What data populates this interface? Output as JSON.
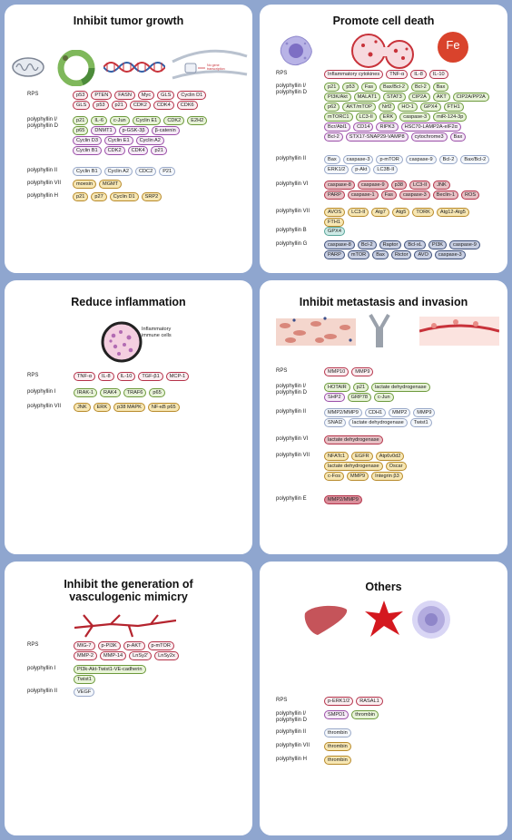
{
  "panels": [
    {
      "title": "Inhibit tumor growth",
      "rows": [
        {
          "label": "RPS",
          "pills": [
            {
              "t": "p53",
              "c": "red"
            },
            {
              "t": "PTEN",
              "c": "red"
            },
            {
              "t": "FASN",
              "c": "red"
            },
            {
              "t": "Myc",
              "c": "red"
            },
            {
              "t": "GLS",
              "c": "red"
            },
            {
              "t": "Cyclin D1",
              "c": "red"
            },
            {
              "t": "GLS",
              "c": "red"
            },
            {
              "t": "p53",
              "c": "red"
            },
            {
              "t": "p21",
              "c": "red"
            },
            {
              "t": "CDK2",
              "c": "red"
            },
            {
              "t": "CDK4",
              "c": "red"
            },
            {
              "t": "CDK6",
              "c": "red"
            }
          ]
        },
        {
          "label": "polyphyllin I/\npolyphyllin D",
          "pills": [
            {
              "t": "p21",
              "c": "green"
            },
            {
              "t": "IL-6",
              "c": "green"
            },
            {
              "t": "c-Jun",
              "c": "green"
            },
            {
              "t": "Cyclin E1",
              "c": "green"
            },
            {
              "t": "CDK2",
              "c": "green"
            },
            {
              "t": "E2H2",
              "c": "green"
            },
            {
              "t": "p65",
              "c": "green"
            },
            {
              "t": "DNMT1",
              "c": "purple"
            },
            {
              "t": "p-GSK-3β",
              "c": "purple"
            },
            {
              "t": "β-catenin",
              "c": "purple"
            },
            {
              "t": "Cyclin D3",
              "c": "purple"
            },
            {
              "t": "Cyclin E1",
              "c": "purple"
            },
            {
              "t": "Cyclin A2",
              "c": "purple"
            },
            {
              "t": "Cyclin B1",
              "c": "purple"
            },
            {
              "t": "CDK2",
              "c": "purple"
            },
            {
              "t": "CDK4",
              "c": "purple"
            },
            {
              "t": "p21",
              "c": "purple"
            }
          ]
        },
        {
          "label": "polyphyllin II",
          "pills": [
            {
              "t": "Cyclin B1",
              "c": "lblue"
            },
            {
              "t": "Cyclin A2",
              "c": "lblue"
            },
            {
              "t": "CDC2",
              "c": "lblue"
            },
            {
              "t": "P21",
              "c": "lblue"
            }
          ]
        },
        {
          "label": "polyphyllin VII",
          "pills": [
            {
              "t": "moesin",
              "c": "gold"
            },
            {
              "t": "MGMT",
              "c": "gold"
            }
          ]
        },
        {
          "label": "polyphyllin H",
          "pills": [
            {
              "t": "p21",
              "c": "gold"
            },
            {
              "t": "p27",
              "c": "gold"
            },
            {
              "t": "Cyclin D1",
              "c": "gold"
            },
            {
              "t": "SRP2",
              "c": "gold"
            }
          ]
        }
      ],
      "icon_text": [
        "No gene",
        "transcription"
      ]
    },
    {
      "title": "Promote cell death",
      "fe": "Fe",
      "rows": [
        {
          "label": "RPS",
          "pills": [
            {
              "t": "Inflammatory cytokines",
              "c": "red"
            },
            {
              "t": "TNF-α",
              "c": "red"
            },
            {
              "t": "IL-8",
              "c": "red"
            },
            {
              "t": "IL-10",
              "c": "red"
            }
          ]
        },
        {
          "label": "polyphyllin I/\npolyphyllin D",
          "pills": [
            {
              "t": "p21",
              "c": "green"
            },
            {
              "t": "p53",
              "c": "green"
            },
            {
              "t": "Fas",
              "c": "green"
            },
            {
              "t": "Bax/Bcl-2",
              "c": "green"
            },
            {
              "t": "Bcl-2",
              "c": "green"
            },
            {
              "t": "Bax",
              "c": "green"
            },
            {
              "t": "PI3K/Akt",
              "c": "green"
            },
            {
              "t": "MALAT1",
              "c": "green"
            },
            {
              "t": "STAT3",
              "c": "green"
            },
            {
              "t": "CIP2A",
              "c": "green"
            },
            {
              "t": "AKT",
              "c": "green"
            },
            {
              "t": "CIP2A/PP2A",
              "c": "green"
            },
            {
              "t": "p62",
              "c": "green"
            },
            {
              "t": "AKT/mTOP",
              "c": "green"
            },
            {
              "t": "Nrf2",
              "c": "green"
            },
            {
              "t": "HO-1",
              "c": "green"
            },
            {
              "t": "GPX4",
              "c": "green"
            },
            {
              "t": "FTH1",
              "c": "green"
            },
            {
              "t": "mTORC1",
              "c": "green"
            },
            {
              "t": "LC3-II",
              "c": "green"
            },
            {
              "t": "ERK",
              "c": "green"
            },
            {
              "t": "caspase-3",
              "c": "green"
            },
            {
              "t": "miR-124-3p",
              "c": "green"
            },
            {
              "t": "Bcr/Abl1",
              "c": "purple"
            },
            {
              "t": "CD14",
              "c": "purple"
            },
            {
              "t": "RIPK3",
              "c": "purple"
            },
            {
              "t": "HSC70-LAMP2A-eIF2α",
              "c": "purple"
            },
            {
              "t": "Bcl-2",
              "c": "purple"
            },
            {
              "t": "STX17-SNAP29-VAMP8",
              "c": "purple"
            },
            {
              "t": "cytochrome3",
              "c": "purple"
            },
            {
              "t": "Bax",
              "c": "purple"
            }
          ]
        },
        {
          "label": "polyphyllin II",
          "pills": [
            {
              "t": "Bax",
              "c": "lblue"
            },
            {
              "t": "caspase-3",
              "c": "lblue"
            },
            {
              "t": "p-mTOR",
              "c": "lblue"
            },
            {
              "t": "caspase-9",
              "c": "lblue"
            },
            {
              "t": "Bcl-2",
              "c": "lblue"
            },
            {
              "t": "Bax/Bcl-2",
              "c": "lblue"
            },
            {
              "t": "ERK1/2",
              "c": "lblue"
            },
            {
              "t": "p-Akt",
              "c": "lblue"
            },
            {
              "t": "LC3B-II",
              "c": "lblue"
            }
          ]
        },
        {
          "label": "polyphyllin VI",
          "pills": [
            {
              "t": "caspase-8",
              "c": "pink"
            },
            {
              "t": "caspase-9",
              "c": "pink"
            },
            {
              "t": "p38",
              "c": "pink"
            },
            {
              "t": "LC3-II",
              "c": "pink"
            },
            {
              "t": "JNK",
              "c": "pink"
            },
            {
              "t": "PARP",
              "c": "pink"
            },
            {
              "t": "caspase-1",
              "c": "pink"
            },
            {
              "t": "Fas",
              "c": "pink"
            },
            {
              "t": "caspase-3",
              "c": "pink"
            },
            {
              "t": "Beclin-1",
              "c": "pink"
            },
            {
              "t": "ROS",
              "c": "pink"
            }
          ]
        },
        {
          "label": "polyphyllin VII",
          "pills": [
            {
              "t": "AVOS",
              "c": "gold"
            },
            {
              "t": "LC3-II",
              "c": "gold"
            },
            {
              "t": "Atg7",
              "c": "gold"
            },
            {
              "t": "Atg5",
              "c": "gold"
            },
            {
              "t": "TORK",
              "c": "gold"
            },
            {
              "t": "Atg12-Atg5",
              "c": "gold"
            },
            {
              "t": "FTH1",
              "c": "gold"
            }
          ]
        },
        {
          "label": "polyphyllin B",
          "pills": [
            {
              "t": "GPX4",
              "c": "teal"
            }
          ]
        },
        {
          "label": "polyphyllin G",
          "pills": [
            {
              "t": "caspase-8",
              "c": "navy"
            },
            {
              "t": "Bcl-2",
              "c": "navy"
            },
            {
              "t": "Raptor",
              "c": "navy"
            },
            {
              "t": "Bcl-xL",
              "c": "navy"
            },
            {
              "t": "PI3K",
              "c": "navy"
            },
            {
              "t": "caspase-9",
              "c": "navy"
            },
            {
              "t": "PARP",
              "c": "navy"
            },
            {
              "t": "mTOR",
              "c": "navy"
            },
            {
              "t": "Bax",
              "c": "navy"
            },
            {
              "t": "Rictor",
              "c": "navy"
            },
            {
              "t": "AVO",
              "c": "navy"
            },
            {
              "t": "caspase-3",
              "c": "navy"
            }
          ]
        }
      ]
    },
    {
      "title": "Reduce inflammation",
      "bubble_label": "Inflammatory\nimmune cells",
      "rows": [
        {
          "label": "RPS",
          "pills": [
            {
              "t": "TNF-α",
              "c": "red"
            },
            {
              "t": "IL-8",
              "c": "red"
            },
            {
              "t": "IL-10",
              "c": "red"
            },
            {
              "t": "TGF-β1",
              "c": "red"
            },
            {
              "t": "MCP-1",
              "c": "red"
            }
          ]
        },
        {
          "label": "polyphyllin I",
          "pills": [
            {
              "t": "IRAK-1",
              "c": "green"
            },
            {
              "t": "RAK4",
              "c": "green"
            },
            {
              "t": "TRAF6",
              "c": "green"
            },
            {
              "t": "p65",
              "c": "green"
            }
          ]
        },
        {
          "label": "polyphyllin VII",
          "pills": [
            {
              "t": "JNK",
              "c": "gold"
            },
            {
              "t": "ERK",
              "c": "gold"
            },
            {
              "t": "p38 MAPK",
              "c": "gold"
            },
            {
              "t": "NF-κB p65",
              "c": "gold"
            }
          ]
        }
      ]
    },
    {
      "title": "Inhibit metastasis and invasion",
      "rows": [
        {
          "label": "RPS",
          "pills": [
            {
              "t": "MMP10",
              "c": "red"
            },
            {
              "t": "MMP9",
              "c": "red"
            }
          ]
        },
        {
          "label": "polyphyllin I/\npolyphyllin D",
          "pills": [
            {
              "t": "HOTAIR",
              "c": "green"
            },
            {
              "t": "p21",
              "c": "green"
            },
            {
              "t": "lactate dehydrogenase",
              "c": "green"
            },
            {
              "t": "SHP2",
              "c": "purple"
            },
            {
              "t": "GRP78",
              "c": "green"
            },
            {
              "t": "c-Jun",
              "c": "green"
            }
          ]
        },
        {
          "label": "polyphyllin II",
          "pills": [
            {
              "t": "MMP2/MMP9",
              "c": "lblue"
            },
            {
              "t": "CDH1",
              "c": "lblue"
            },
            {
              "t": "MMP2",
              "c": "lblue"
            },
            {
              "t": "MMP9",
              "c": "lblue"
            },
            {
              "t": "SNAI2",
              "c": "lblue"
            },
            {
              "t": "lactate dehydrogenase",
              "c": "lblue"
            },
            {
              "t": "Twist1",
              "c": "lblue"
            }
          ]
        },
        {
          "label": "polyphyllin VI",
          "pills": [
            {
              "t": "lactate dehydrogenase",
              "c": "pink"
            }
          ]
        },
        {
          "label": "polyphyllin VII",
          "pills": [
            {
              "t": "NFATc1",
              "c": "gold"
            },
            {
              "t": "EGFR",
              "c": "gold"
            },
            {
              "t": "Atp6v0d2",
              "c": "gold"
            },
            {
              "t": "lactate dehydrogenase",
              "c": "gold"
            },
            {
              "t": "Oscar",
              "c": "gold"
            },
            {
              "t": "c-Fos",
              "c": "gold"
            },
            {
              "t": "MMP9",
              "c": "gold"
            },
            {
              "t": "Integrin β3",
              "c": "gold"
            }
          ]
        },
        {
          "label": "polyphyllin E",
          "pills": [
            {
              "t": "MMP2/MMP9",
              "c": "mauve"
            }
          ]
        }
      ]
    },
    {
      "title": "Inhibit the generation of\nvasculogenic mimicry",
      "rows": [
        {
          "label": "RPS",
          "pills": [
            {
              "t": "MIG-7",
              "c": "red"
            },
            {
              "t": "p-PI3K",
              "c": "red"
            },
            {
              "t": "p-AKT",
              "c": "red"
            },
            {
              "t": "p-mTOR",
              "c": "red"
            },
            {
              "t": "MMP-2",
              "c": "red"
            },
            {
              "t": "MMP-14",
              "c": "red"
            },
            {
              "t": "LnSy2'",
              "c": "red"
            },
            {
              "t": "LnSy2x",
              "c": "red"
            }
          ]
        },
        {
          "label": "polyphyllin I",
          "pills": [
            {
              "t": "PI3k-Akt-Twist1-VE-cadherin",
              "c": "green"
            },
            {
              "t": "Twist1",
              "c": "green"
            }
          ]
        },
        {
          "label": "polyphyllin II",
          "pills": [
            {
              "t": "VEGF",
              "c": "lblue"
            }
          ]
        }
      ]
    },
    {
      "title": "Others",
      "rows": [
        {
          "label": "RPS",
          "pills": [
            {
              "t": "p-ERK1/2",
              "c": "red"
            },
            {
              "t": "RASAL1",
              "c": "red"
            }
          ]
        },
        {
          "label": "polyphyllin I/\npolyphyllin D",
          "pills": [
            {
              "t": "SMPD1",
              "c": "purple"
            },
            {
              "t": "thrombin",
              "c": "green"
            }
          ]
        },
        {
          "label": "polyphyllin II",
          "pills": [
            {
              "t": "thrombin",
              "c": "lblue"
            }
          ]
        },
        {
          "label": "polyphyllin VII",
          "pills": [
            {
              "t": "thrombin",
              "c": "gold"
            }
          ]
        },
        {
          "label": "polyphyllin H",
          "pills": [
            {
              "t": "thrombin",
              "c": "gold"
            }
          ]
        }
      ]
    }
  ],
  "colors": {
    "background": "#8fa6cf",
    "red": "#b5334a",
    "green": "#6d9a3c",
    "purple": "#9b4fa8",
    "light_blue": "#98a8c8",
    "gold": "#b88a2a",
    "teal": "#5aa69a",
    "navy": "#3d4f7a"
  }
}
